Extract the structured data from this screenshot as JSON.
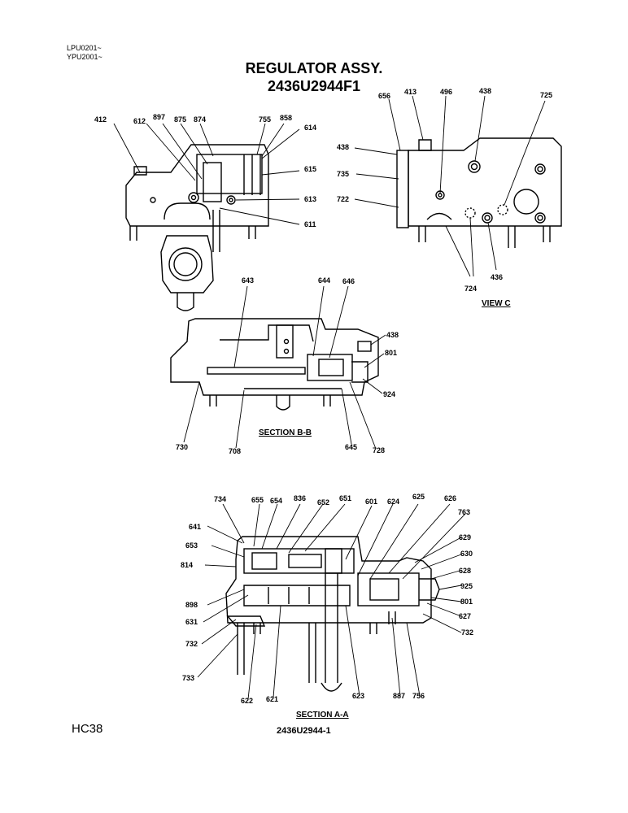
{
  "header": {
    "serials": [
      "LPU0201~",
      "YPU2001~"
    ],
    "title_line1": "REGULATOR ASSY.",
    "title_line2": "2436U2944F1"
  },
  "views": {
    "view_c": "VIEW C",
    "section_bb": "SECTION B-B",
    "section_aa": "SECTION A-A"
  },
  "labels": {
    "top_left": [
      "412",
      "612",
      "897",
      "875",
      "874",
      "755",
      "858",
      "614",
      "615",
      "613",
      "611"
    ],
    "top_right": [
      "656",
      "413",
      "496",
      "438",
      "725",
      "438",
      "735",
      "722",
      "724",
      "436"
    ],
    "section_bb": [
      "643",
      "644",
      "646",
      "438",
      "801",
      "924",
      "730",
      "708",
      "645",
      "728"
    ],
    "section_aa": [
      "734",
      "655",
      "654",
      "836",
      "652",
      "651",
      "601",
      "624",
      "625",
      "626",
      "763",
      "641",
      "653",
      "629",
      "630",
      "814",
      "628",
      "925",
      "801",
      "898",
      "627",
      "631",
      "732",
      "732",
      "733",
      "622",
      "621",
      "623",
      "887",
      "756"
    ]
  },
  "footer": {
    "page_code": "HC38",
    "drawing_no": "2436U2944-1"
  }
}
